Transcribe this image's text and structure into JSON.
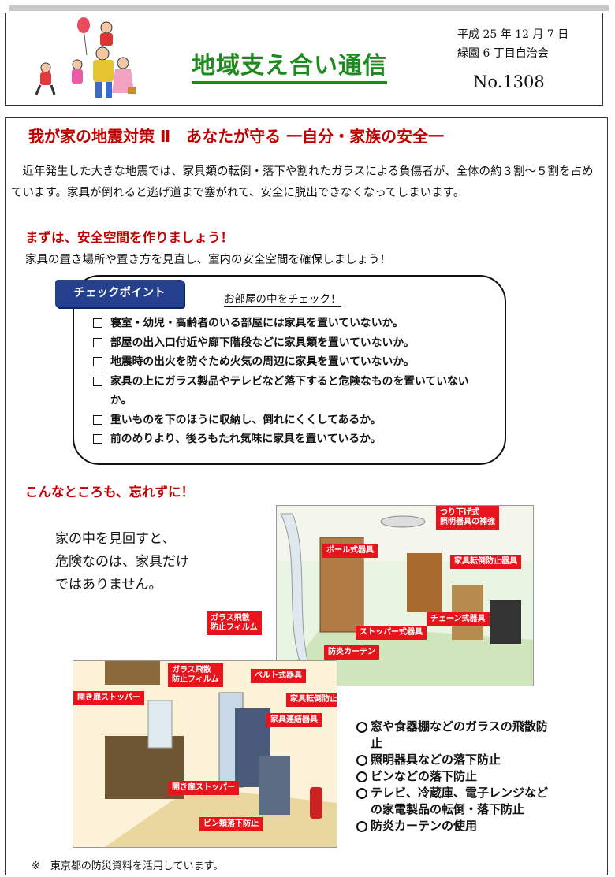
{
  "header": {
    "title": "地域支え合い通信",
    "date": "平成 25 年 12 月 7 日",
    "organization": "緑園 6 丁目自治会",
    "issue": "No.1308"
  },
  "main": {
    "heading": "我が家の地震対策 Ⅱ　あなたが守る 一自分・家族の安全一",
    "intro": "　近年発生した大きな地震では、家具類の転倒・落下や割れたガラスによる負傷者が、全体の約３割〜５割を占めています。家具が倒れると逃げ道まで塞がれて、安全に脱出できなくなってしまいます。",
    "section1": {
      "heading": "まずは、安全空間を作りましょう！",
      "text": "家具の置き場所や置き方を見直し、室内の安全空間を確保しましょう！"
    },
    "checklist": {
      "badge": "チェックポイント",
      "subtitle": "お部屋の中をチェック！",
      "items": [
        "寝室・幼児・高齢者のいる部屋には家具を置いていないか。",
        "部屋の出入口付近や廊下階段などに家具類を置いていないか。",
        "地震時の出火を防ぐため火気の周辺に家具を置いていないか。",
        "家具の上にガラス製品やテレビなど落下すると危険なものを置いていないか。",
        "重いものを下のほうに収納し、倒れにくくしてあるか。",
        "前のめりより、後ろもたれ気味に家具を置いているか。"
      ]
    },
    "section2": {
      "heading": "こんなところも、忘れずに！",
      "lines": [
        "家の中を見回すと、",
        "危険なのは、家具だけ",
        "ではありません。"
      ]
    },
    "room_labels": {
      "ceiling_light": "つり下げ式\n照明器具の補強",
      "pole": "ポール式器具",
      "furniture_guard": "家具転倒防止器具",
      "chain": "チェーン式器具",
      "glass_film": "ガラス飛散\n防止フィルム",
      "stopper": "ストッパー式器具",
      "curtain": "防炎カーテン"
    },
    "kitchen_labels": {
      "glass_film": "ガラス飛散\n防止フィルム",
      "belt": "ベルト式器具",
      "door_stopper_top": "開き扉ストッパー",
      "furniture_guard": "家具転倒防止器具",
      "connector": "家具連結器具",
      "door_stopper_bottom": "開き扉ストッパー",
      "bottle": "ビン類落下防止"
    },
    "bullets": [
      "窓や食器棚などのガラスの飛散防止",
      "照明器具などの落下防止",
      "ビンなどの落下防止",
      "テレビ、冷蔵庫、電子レンジなどの家電製品の転倒・落下防止",
      "防炎カーテンの使用"
    ],
    "footnote": "※　東京都の防災資料を活用しています。"
  },
  "colors": {
    "title_green": "#1f8a1f",
    "heading_red": "#c00000",
    "badge_blue": "#24408e",
    "tag_red": "#e8141c"
  }
}
